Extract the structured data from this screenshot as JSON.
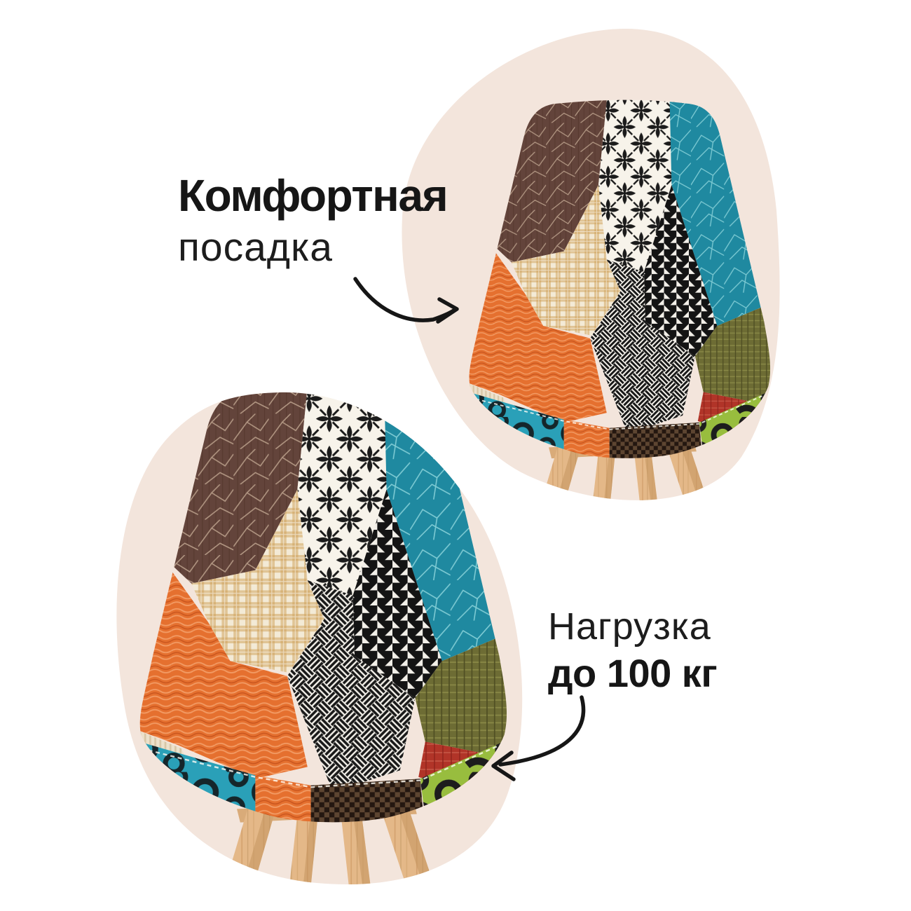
{
  "captions": {
    "comfort": {
      "line1": "Комфортная",
      "line2": "посадка"
    },
    "load": {
      "line1": "Нагрузка",
      "line2": "до 100 кг"
    }
  },
  "icons": {
    "arrow_top": "curved-arrow-pointing-right-to-top-chair",
    "arrow_bottom": "curved-arrow-pointing-left-to-bottom-chair"
  },
  "palette": {
    "page_background": "#ffffff",
    "blob_background": "#f3e5dc",
    "ink": "#161616",
    "wood": "#e4b888",
    "fabric_brown": "#63443b",
    "fabric_orange": "#e5702f",
    "fabric_teal": "#1f89a0",
    "fabric_olive": "#6d6c34",
    "fabric_red": "#b13428",
    "fabric_lime": "#98bd3e",
    "fabric_teal_rings": "#2aa0b8",
    "fabric_cream": "#ece1cb",
    "fabric_tan_check": "#cfa45f",
    "fabric_white": "#f5f1e8",
    "fabric_black": "#1a1a1a",
    "seat_rim_beige": "#d7c9ae"
  }
}
